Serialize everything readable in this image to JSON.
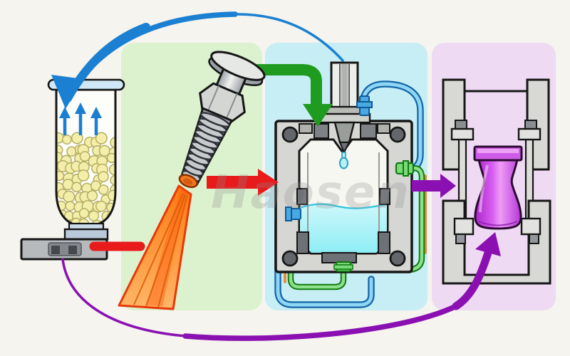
{
  "watermark": {
    "text": "Haosen"
  },
  "colors": {
    "background": "#f5f4ef",
    "panel_green": "#dcf2cf",
    "panel_cyan": "#c7eef4",
    "panel_pink": "#eedaf2",
    "arrow_blue": "#1b80d2",
    "arrow_green": "#1f9c1f",
    "arrow_red": "#e81a1a",
    "arrow_purple": "#8a10b2",
    "pellet_yellow": "#f4eeab",
    "melt_cyan": "#9feef6",
    "pipe_blue": "#8fd6f4",
    "pipe_green": "#8ce08a",
    "heat_orange": "#ff9228",
    "part_purple": "#cf5ce8",
    "metal_gray": "#d6d6d3"
  },
  "stages": [
    {
      "id": "pellet-hopper-dryer"
    },
    {
      "id": "heating-extruder-screw"
    },
    {
      "id": "injection-mold-filling"
    },
    {
      "id": "molded-part-ejection"
    }
  ]
}
